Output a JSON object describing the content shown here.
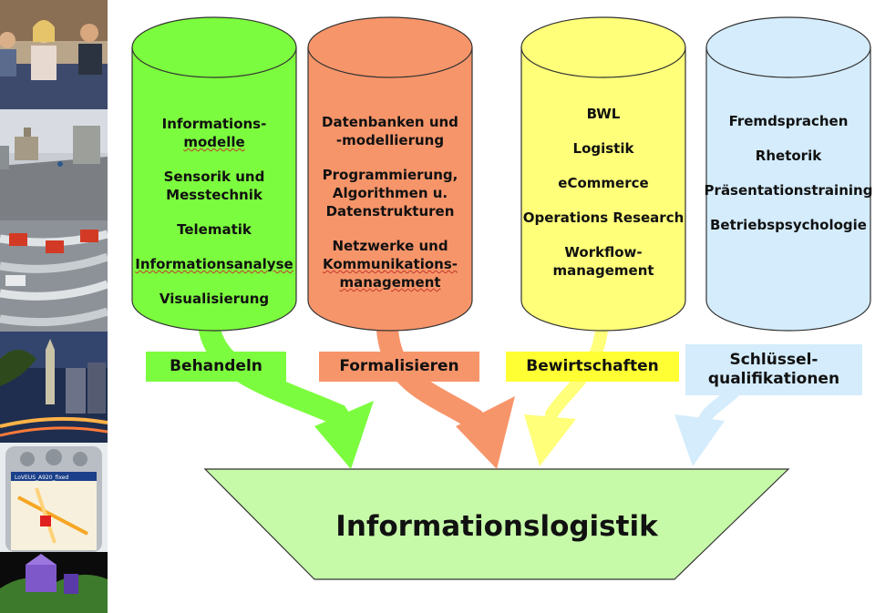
{
  "colors": {
    "green": "#7CFC3E",
    "orange": "#F7956A",
    "yellow": "#FFFF7A",
    "lightblue": "#D4ECFB",
    "funnel": "#C6FAA8"
  },
  "photos": [
    "students-photo",
    "street-render-photo",
    "network-cables-photo",
    "city-night-photo",
    "mobile-device-photo",
    "3d-city-model-photo"
  ],
  "columns": [
    {
      "id": "behandeln",
      "color": "#7CFC3E",
      "items": [
        "Informations-",
        "modelle",
        "",
        "Sensorik und",
        "Messtechnik",
        "",
        "Telematik",
        "",
        "Informationsanalyse",
        "",
        "Visualisierung"
      ],
      "label": "Behandeln",
      "label_color": "#7CFC3E"
    },
    {
      "id": "formalisieren",
      "color": "#F7956A",
      "items": [
        "Datenbanken und",
        "-modellierung",
        "",
        "Programmierung,",
        "Algorithmen u.",
        "Datenstrukturen",
        "",
        "Netzwerke und",
        "Kommunikations-",
        "management"
      ],
      "label": "Formalisieren",
      "label_color": "#F7956A"
    },
    {
      "id": "bewirtschaften",
      "color": "#FFFF7A",
      "items": [
        "BWL",
        "",
        "Logistik",
        "",
        "eCommerce",
        "",
        "Operations Research",
        "",
        "Workflow-",
        "management"
      ],
      "label": "Bewirtschaften",
      "label_color": "#FFFF33"
    },
    {
      "id": "schluessel",
      "color": "#D4ECFB",
      "items": [
        "Fremdsprachen",
        "",
        "Rhetorik",
        "",
        "Präsentationstraining",
        "",
        "Betriebspsychologie"
      ],
      "label": [
        "Schlüssel-",
        "qualifikationen"
      ],
      "label_color": "#D4ECFB"
    }
  ],
  "funnel": {
    "title": "Informationslogistik"
  }
}
